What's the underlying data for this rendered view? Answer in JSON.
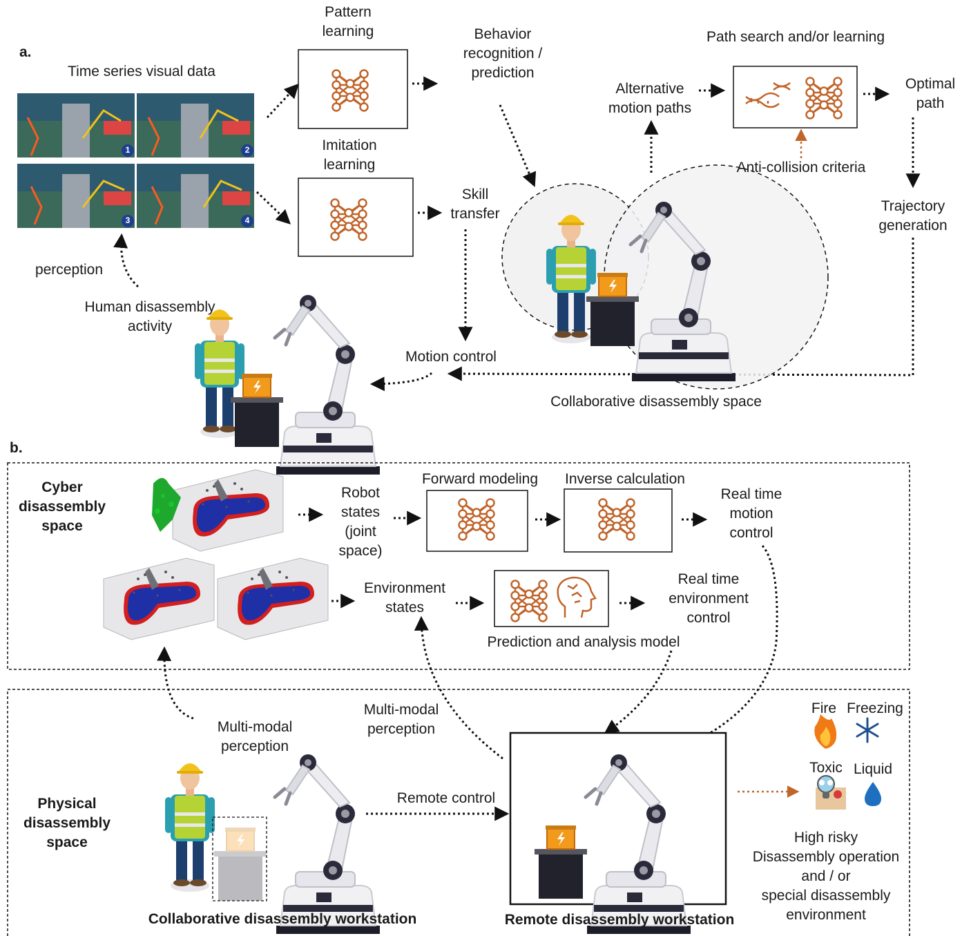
{
  "part_a": {
    "label": "a.",
    "time_series_title": "Time series visual data",
    "pattern_learning": "Pattern\nlearning",
    "imitation_learning": "Imitation\nlearning",
    "behavior_recognition": "Behavior\nrecognition /\nprediction",
    "skill_transfer": "Skill\ntransfer",
    "path_search": "Path search and/or learning",
    "alternative_paths": "Alternative\nmotion paths",
    "optimal_path": "Optimal\npath",
    "anti_collision": "Anti-collision criteria",
    "trajectory_generation": "Trajectory\ngeneration",
    "perception": "perception",
    "human_activity": "Human disassembly\nactivity",
    "motion_control": "Motion control",
    "collab_space": "Collaborative disassembly space",
    "frame_numbers": [
      "1",
      "2",
      "3",
      "4"
    ]
  },
  "part_b": {
    "label": "b.",
    "cyber_space": "Cyber\ndisassembly\nspace",
    "robot_states": "Robot\nstates\n(joint\nspace)",
    "forward_modeling": "Forward  modeling",
    "inverse_calculation": "Inverse calculation",
    "realtime_motion": "Real time\nmotion\ncontrol",
    "environment_states": "Environment\nstates",
    "realtime_env": "Real time\nenvironment\ncontrol",
    "prediction_model": "Prediction and analysis model",
    "multimodal_left": "Multi-modal\nperception",
    "multimodal_mid": "Multi-modal\nperception",
    "physical_space": "Physical\ndisassembly\nspace",
    "remote_control": "Remote control",
    "fire": "Fire",
    "freezing": "Freezing",
    "toxic": "Toxic",
    "liquid": "Liquid",
    "high_risk": "High risky\nDisassembly operation\nand / or\nspecial disassembly\nenvironment",
    "collab_workstation": "Collaborative disassembly workstation",
    "remote_workstation": "Remote disassembly workstation"
  },
  "colors": {
    "network": "#c0642a",
    "arrow": "#111111",
    "accent_arrow": "#c0642a",
    "blue_region": "#1f2fa6",
    "red_rim": "#d21f1f"
  },
  "icons": [
    "neural-network-icon",
    "dna-icon",
    "brain-icon",
    "fire-icon",
    "snowflake-icon",
    "gas-mask-icon",
    "droplet-icon",
    "battery-icon",
    "robot-arm-icon",
    "worker-icon"
  ]
}
